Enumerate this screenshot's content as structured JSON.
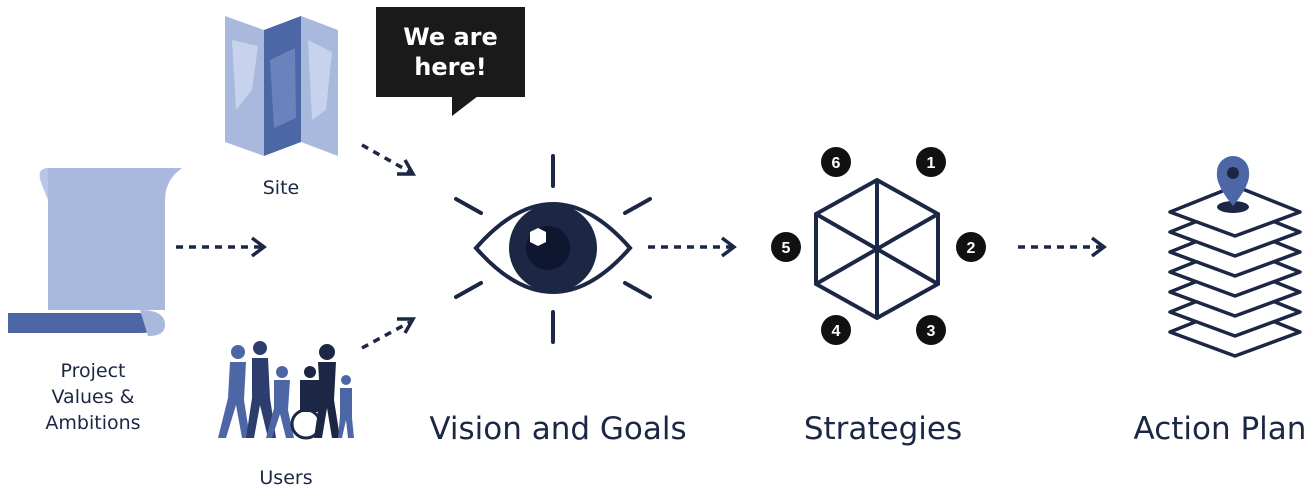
{
  "inputs": {
    "site": "Site",
    "project_values": [
      "Project",
      "Values &",
      "Ambitions"
    ],
    "users": "Users"
  },
  "callout": {
    "line1": "We are",
    "line2": "here!"
  },
  "stages": {
    "vision": "Vision and Goals",
    "strategies": "Strategies",
    "action_plan": "Action Plan"
  },
  "strategy_numbers": [
    "1",
    "2",
    "3",
    "4",
    "5",
    "6"
  ],
  "colors": {
    "navy": "#1c2745",
    "light_blue": "#a9b8dd",
    "mid_blue": "#4d67a6",
    "callout_bg": "#1a1a1a"
  }
}
